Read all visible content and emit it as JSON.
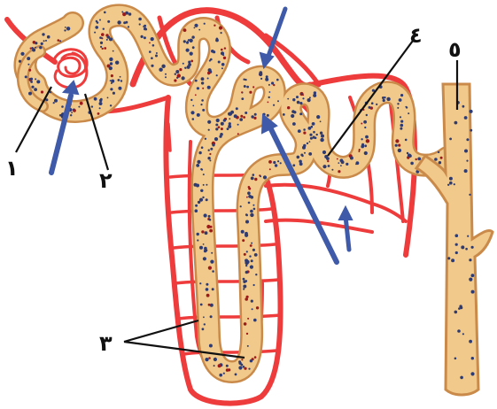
{
  "labels": {
    "l1": "١",
    "l2": "٢",
    "l3": "٣",
    "l4": "٤",
    "l5": "٥"
  },
  "colors": {
    "tubule_fill": "#f1c98a",
    "tubule_edge": "#c98a4a",
    "vessel": "#ee3b3b",
    "arrow": "#3f5aa8",
    "label_ink": "#111111",
    "speckle_dark": "#2e3b72",
    "speckle_red": "#9c1a1a"
  }
}
